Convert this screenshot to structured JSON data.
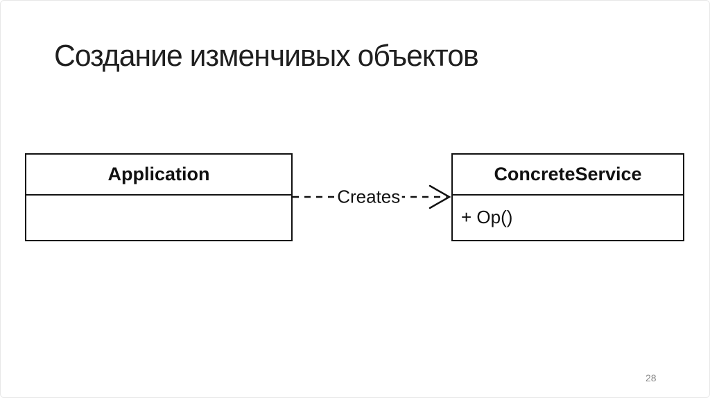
{
  "slide": {
    "title": "Создание изменчивых объектов",
    "page_number": "28"
  },
  "diagram": {
    "connector_label": "Creates",
    "classes": [
      {
        "name": "Application",
        "members": []
      },
      {
        "name": "ConcreteService",
        "members": [
          "+ Op()"
        ]
      }
    ]
  },
  "colors": {
    "ink": "#111111",
    "title_text": "#1f1f1f",
    "muted_text": "#8a8a8a",
    "background": "#ffffff",
    "frame_border": "#e7e7e7"
  }
}
